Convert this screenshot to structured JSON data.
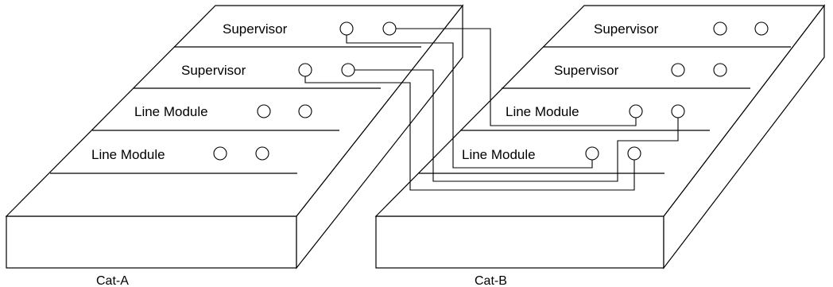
{
  "chassis": [
    {
      "id": "cat-a",
      "label": "Cat-A",
      "slots": [
        {
          "label": "Supervisor"
        },
        {
          "label": "Supervisor"
        },
        {
          "label": "Line Module"
        },
        {
          "label": "Line Module"
        },
        {
          "label": ""
        }
      ]
    },
    {
      "id": "cat-b",
      "label": "Cat-B",
      "slots": [
        {
          "label": "Supervisor"
        },
        {
          "label": "Supervisor"
        },
        {
          "label": "Line Module"
        },
        {
          "label": "Line Module"
        },
        {
          "label": ""
        }
      ]
    }
  ]
}
